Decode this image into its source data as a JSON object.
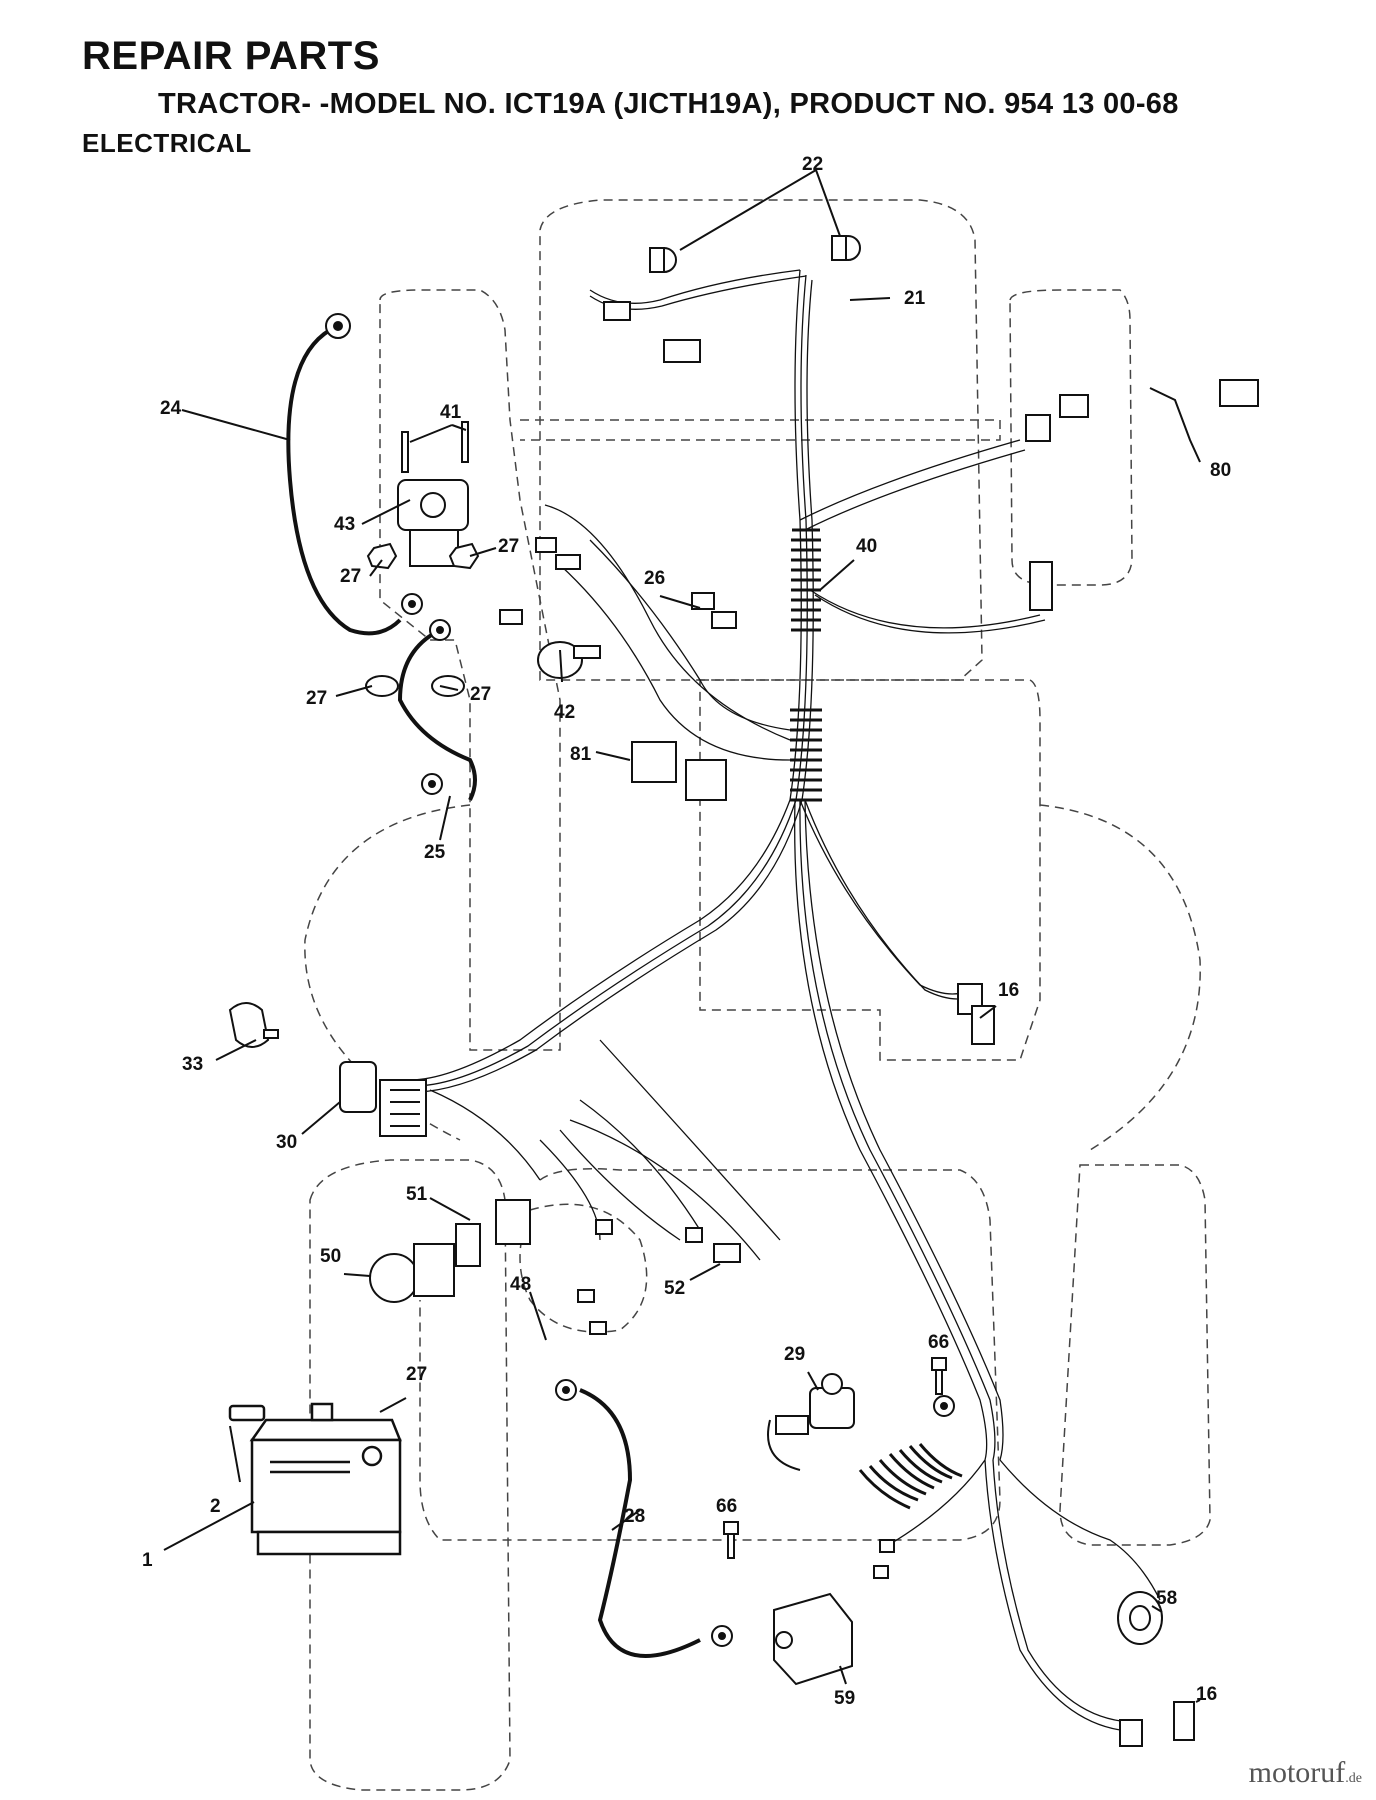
{
  "header": {
    "title": "REPAIR PARTS",
    "subtitle": "TRACTOR- -MODEL NO. ICT19A (JICTH19A), PRODUCT NO. 954 13  00-68",
    "section": "ELECTRICAL"
  },
  "callouts": {
    "c1": "1",
    "c2": "2",
    "c16a": "16",
    "c16b": "16",
    "c21": "21",
    "c22": "22",
    "c24": "24",
    "c25": "25",
    "c26": "26",
    "c27a": "27",
    "c27b": "27",
    "c27c": "27",
    "c27d": "27",
    "c27e": "27",
    "c28": "28",
    "c29": "29",
    "c30": "30",
    "c33": "33",
    "c40": "40",
    "c41": "41",
    "c42": "42",
    "c43": "43",
    "c48": "48",
    "c50": "50",
    "c51": "51",
    "c52": "52",
    "c58": "58",
    "c59": "59",
    "c66a": "66",
    "c66b": "66",
    "c80": "80",
    "c81": "81"
  },
  "watermark": {
    "brand": "motoruf",
    "suffix": ".de"
  },
  "colors": {
    "ink": "#111111",
    "outline": "#444444",
    "watermark_accent": "#e58a1a"
  }
}
